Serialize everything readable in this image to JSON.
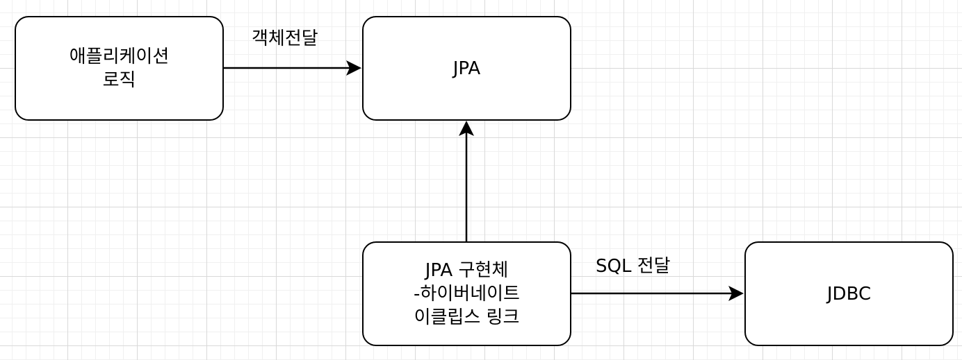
{
  "nodes": {
    "app_logic": {
      "lines": [
        "애플리케이션",
        "로직"
      ]
    },
    "jpa": {
      "lines": [
        "JPA"
      ]
    },
    "jpa_impl": {
      "lines": [
        "JPA 구현체",
        "-하이버네이트",
        "이클립스 링크"
      ]
    },
    "jdbc": {
      "lines": [
        "JDBC"
      ]
    }
  },
  "edges": {
    "app_to_jpa": {
      "label": "객체전달"
    },
    "impl_to_jpa": {
      "label": ""
    },
    "impl_to_jdbc": {
      "label": "SQL 전달"
    }
  },
  "colors": {
    "stroke": "#000000",
    "node_fill": "#ffffff",
    "grid_major": "#d9d9d9",
    "grid_minor": "#f0f0f0"
  }
}
